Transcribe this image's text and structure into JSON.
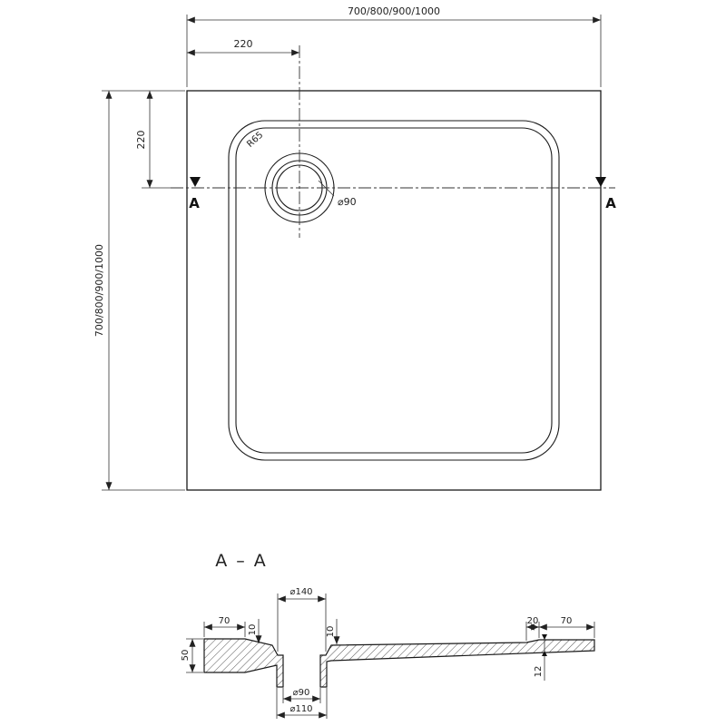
{
  "colors": {
    "line": "#1a1a1a",
    "dim": "#333333",
    "background": "#ffffff"
  },
  "top_view": {
    "width_dim": "700/800/900/1000",
    "height_dim": "700/800/900/1000",
    "drain_offset_horizontal": "220",
    "drain_offset_vertical": "220",
    "corner_radius": "R65",
    "drain_diameter": "⌀90",
    "section_marker_left": "A",
    "section_marker_right": "A"
  },
  "section_view": {
    "title": "A – A",
    "recess_diameter": "⌀140",
    "rim_width_left": "70",
    "depth_left": "10",
    "depth_right": "10",
    "step_width": "20",
    "rim_width_right": "70",
    "edge_height_left": "50",
    "edge_thickness_right": "12",
    "drain_pipe_diameter": "⌀90",
    "drain_flange_diameter": "⌀110"
  }
}
